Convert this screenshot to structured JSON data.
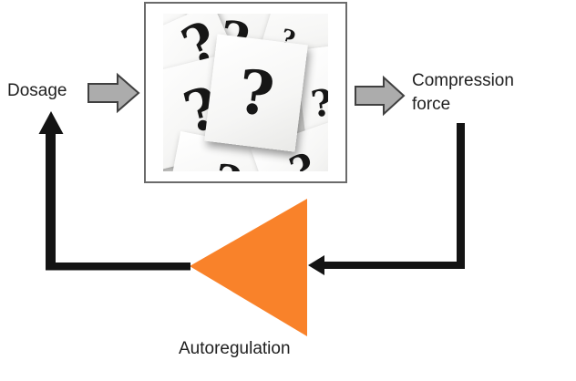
{
  "labels": {
    "dosage": "Dosage",
    "compression_force": "Compression force",
    "autoregulation": "Autoregulation"
  },
  "image": {
    "name": "question-marks-photo",
    "question_glyph": "?"
  },
  "colors": {
    "triangle_orange": "#F9822A",
    "arrow_gray_fill": "#ACACAC",
    "arrow_gray_stroke": "#404040",
    "line_black": "#141414",
    "box_border_gray": "#6B6B6B"
  }
}
